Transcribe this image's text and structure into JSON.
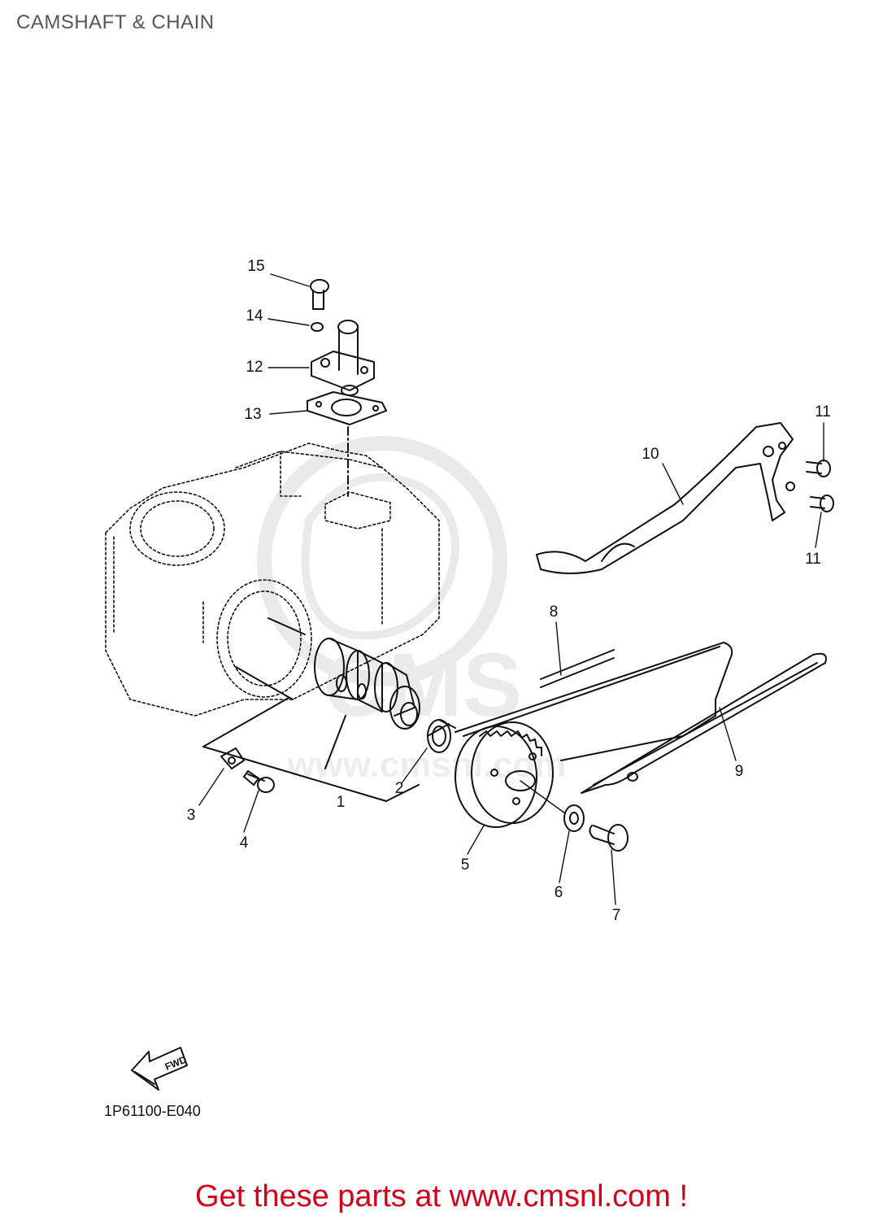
{
  "page": {
    "title": "CAMSHAFT & CHAIN",
    "diagram_code": "1P61100-E040",
    "fwd_label": "FWD",
    "call_to_action": "Get these parts at www.cmsnl.com !",
    "watermark_text": "www.cmsnl.com",
    "watermark_logo": "CMS"
  },
  "callouts": [
    {
      "id": "1",
      "label": "1"
    },
    {
      "id": "2",
      "label": "2"
    },
    {
      "id": "3",
      "label": "3"
    },
    {
      "id": "4",
      "label": "4"
    },
    {
      "id": "5",
      "label": "5"
    },
    {
      "id": "6",
      "label": "6"
    },
    {
      "id": "7",
      "label": "7"
    },
    {
      "id": "8",
      "label": "8"
    },
    {
      "id": "9",
      "label": "9"
    },
    {
      "id": "10",
      "label": "10"
    },
    {
      "id": "11a",
      "label": "11"
    },
    {
      "id": "11b",
      "label": "11"
    },
    {
      "id": "12",
      "label": "12"
    },
    {
      "id": "13",
      "label": "13"
    },
    {
      "id": "14",
      "label": "14"
    },
    {
      "id": "15",
      "label": "15"
    }
  ],
  "colors": {
    "line": "#111111",
    "watermark": "#d9d9d9",
    "cta": "#d2001a",
    "title": "#555555"
  }
}
